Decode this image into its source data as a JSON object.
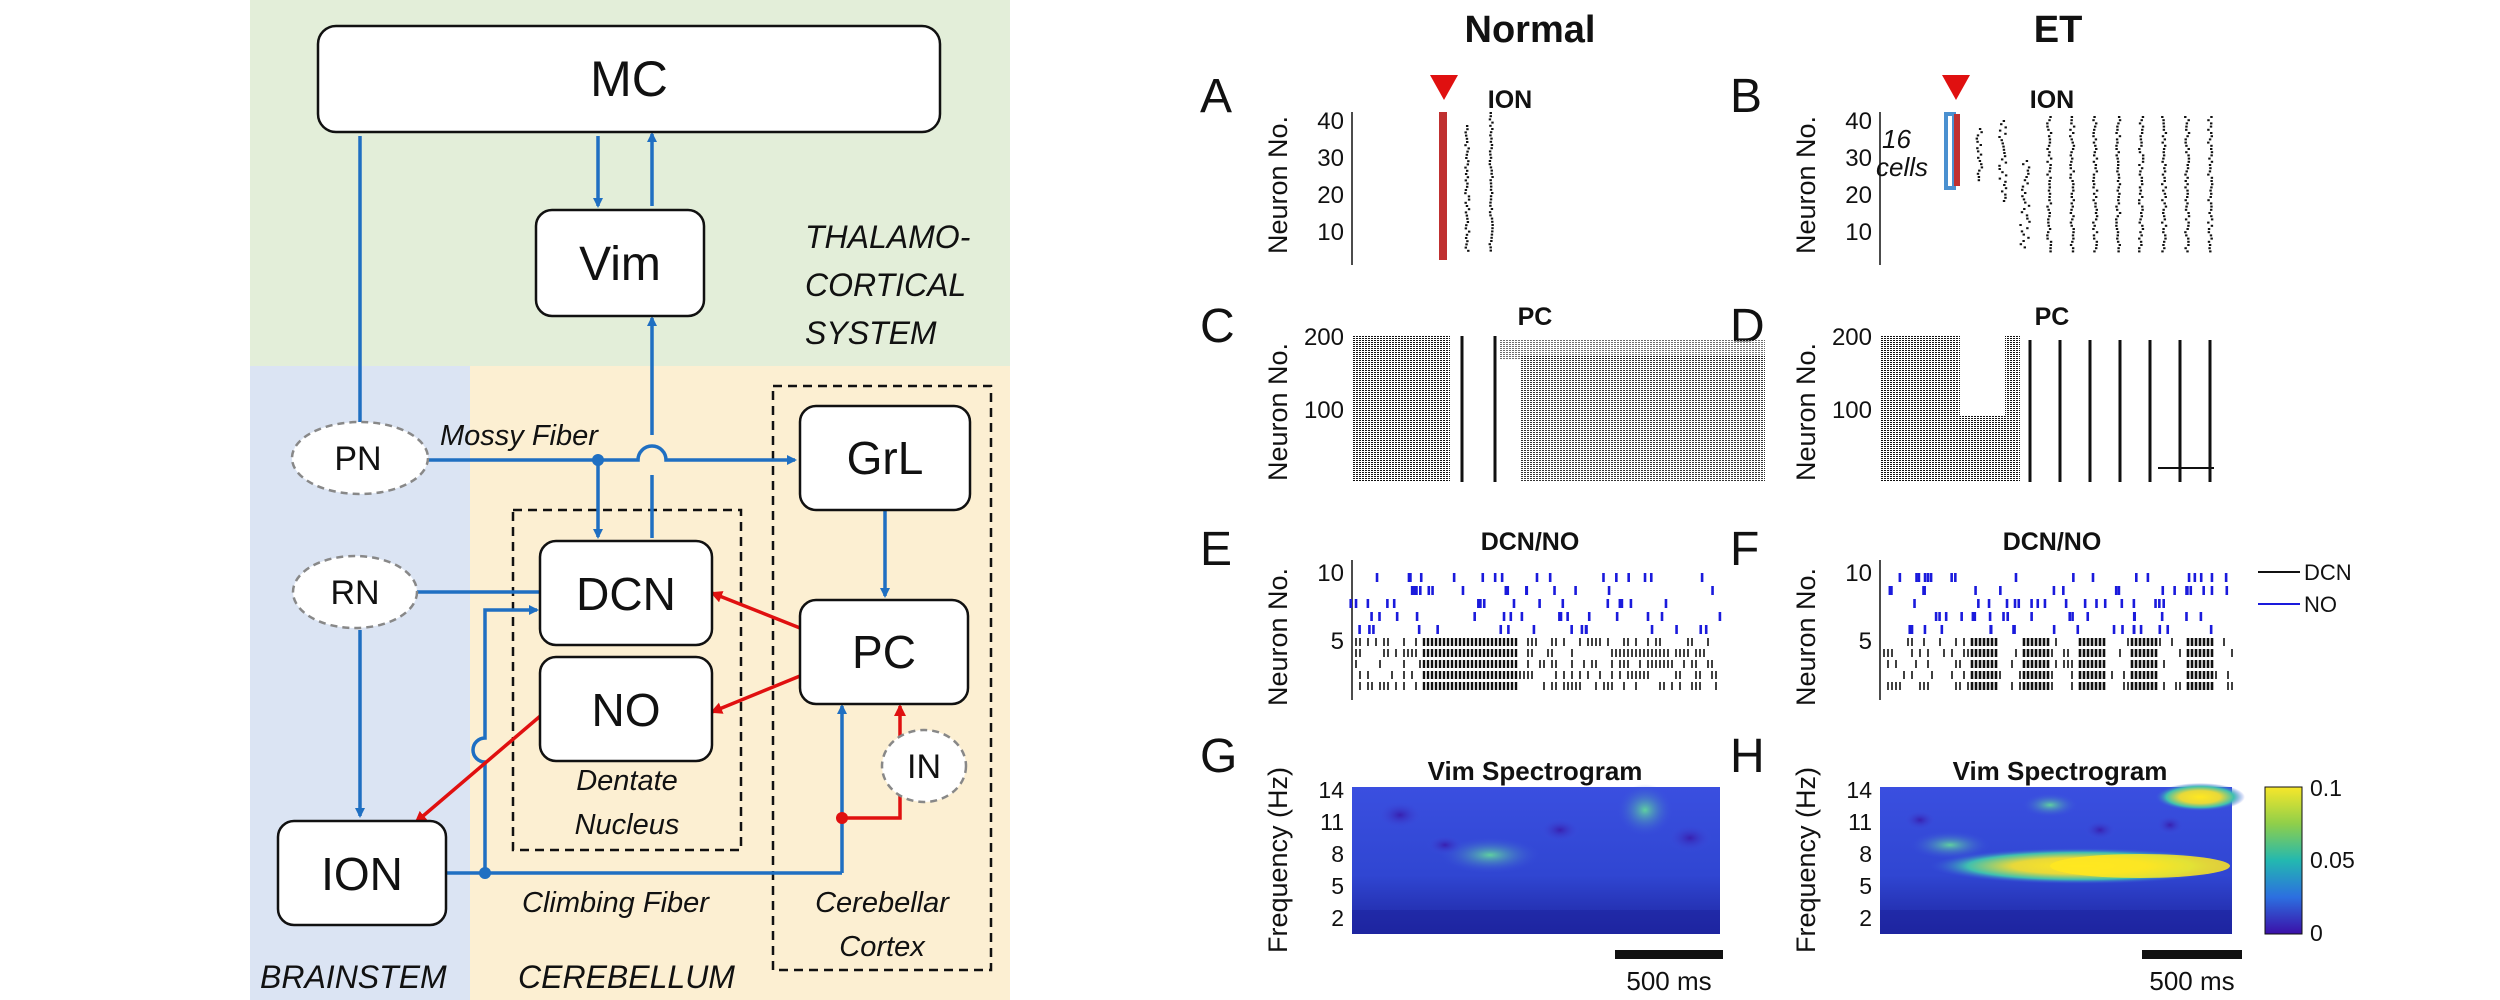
{
  "diagram": {
    "regions": {
      "thalamo": [
        "THALAMO-",
        "CORTICAL",
        "SYSTEM"
      ],
      "brainstem": "BRAINSTEM",
      "cerebellum": "CEREBELLUM"
    },
    "nodes": {
      "mc": "MC",
      "vim": "Vim",
      "pn": "PN",
      "rn": "RN",
      "grl": "GrL",
      "dcn": "DCN",
      "no": "NO",
      "pc": "PC",
      "in": "IN",
      "ion": "ION"
    },
    "pathways": {
      "mossy": "Mossy Fiber",
      "climbing": "Climbing Fiber"
    },
    "groups": {
      "dentate": [
        "Dentate",
        "Nucleus"
      ],
      "cortex": [
        "Cerebellar",
        "Cortex"
      ]
    }
  },
  "figure": {
    "columns": {
      "normal": "Normal",
      "et": "ET"
    },
    "panel_letters": [
      "A",
      "B",
      "C",
      "D",
      "E",
      "F",
      "G",
      "H"
    ],
    "titles": {
      "ion": "ION",
      "pc": "PC",
      "dcn": "DCN/NO",
      "vim": "Vim Spectrogram"
    },
    "ylabels": {
      "neuron": "Neuron No.",
      "freq": "Frequency (Hz)"
    },
    "ion_ticks": [
      "40",
      "30",
      "20",
      "10"
    ],
    "pc_ticks": [
      "200",
      "100"
    ],
    "dcn_ticks": [
      "10",
      "5"
    ],
    "freq_ticks": [
      "14",
      "11",
      "8",
      "5",
      "2"
    ],
    "cells_annotation": [
      "16",
      "cells"
    ],
    "legend": {
      "dcn": "DCN",
      "no": "NO"
    },
    "colorbar_ticks": [
      "0.1",
      "0.05",
      "0"
    ],
    "scalebar": "500 ms",
    "colors": {
      "pathway": "#1f6fc2",
      "inhibitory": "#e01010",
      "no_spikes": "#1a1adc",
      "thalamo_bg": "#e3eed9",
      "brainstem_bg": "#dbe4f3",
      "cerebellum_bg": "#fcefd2"
    }
  }
}
